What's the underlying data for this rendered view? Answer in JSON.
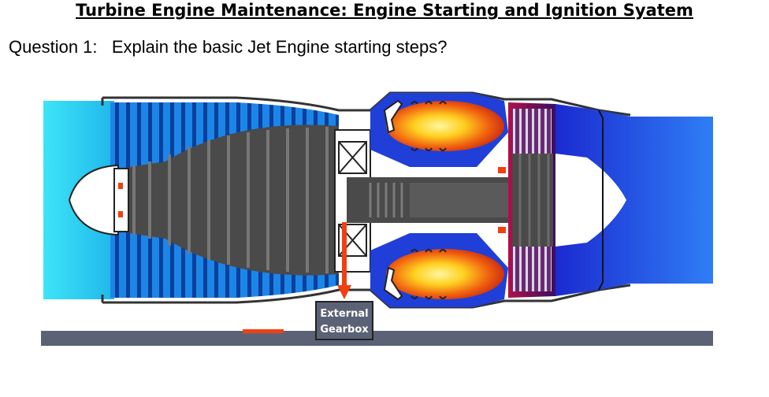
{
  "document": {
    "title": "Turbine Engine Maintenance: Engine Starting and Ignition Syatem",
    "question": "Question 1:   Explain the basic Jet Engine starting steps?"
  },
  "diagram": {
    "gearbox_label_line1": "External",
    "gearbox_label_line2": "Gearbox"
  },
  "colors": {
    "intake_cyan": "#2fd3f0",
    "compressor_blue": "#1a7ae0",
    "casing_blue": "#1f3fd8",
    "exhaust_blue": "#2266ee",
    "flame_orange": "#f05010",
    "arrow_red": "#f04010",
    "gearbox_gray": "#5b6276",
    "ground_gray": "#5b6276"
  }
}
